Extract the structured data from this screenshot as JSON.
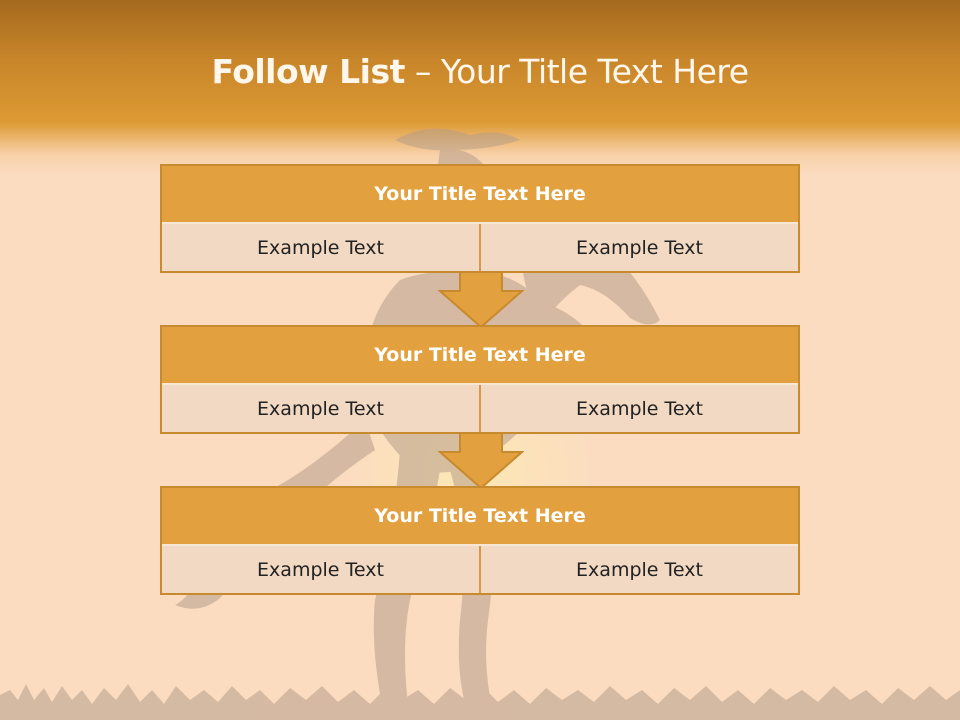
{
  "slide": {
    "title_bold": "Follow List",
    "title_rest": " – Your Title Text Here"
  },
  "blocks": [
    {
      "title": "Your Title Text Here",
      "cells": [
        "Example Text",
        "Example Text"
      ]
    },
    {
      "title": "Your Title Text Here",
      "cells": [
        "Example Text",
        "Example Text"
      ]
    },
    {
      "title": "Your Title Text Here",
      "cells": [
        "Example Text",
        "Example Text"
      ]
    }
  ],
  "colors": {
    "header": "#dd9a34",
    "block_title": "#e2a03e",
    "block_body": "#f2d9c3",
    "border": "#c88a2e",
    "background": "#fbdcc0"
  }
}
